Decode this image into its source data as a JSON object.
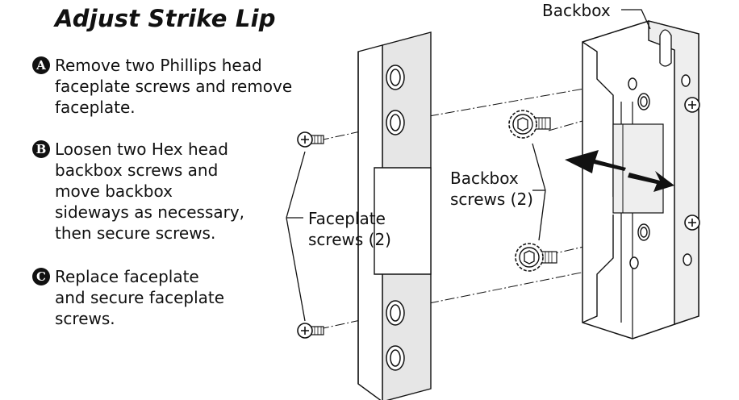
{
  "title": "Adjust Strike Lip",
  "steps": [
    {
      "badge": "A",
      "lines": [
        "Remove two Phillips head",
        "faceplate screws and remove",
        "faceplate."
      ]
    },
    {
      "badge": "B",
      "lines": [
        "Loosen two Hex head",
        "backbox screws and",
        "move backbox",
        "sideways as necessary,",
        "then secure screws."
      ]
    },
    {
      "badge": "C",
      "lines": [
        "Replace faceplate",
        "and secure faceplate",
        "screws."
      ]
    }
  ],
  "callouts": {
    "backbox": "Backbox",
    "backbox_screws": [
      "Backbox",
      "screws (2)"
    ],
    "faceplate_screws": [
      "Faceplate",
      "screws (2)"
    ]
  },
  "icons": [
    "phillips-screw-icon",
    "hex-screw-icon",
    "left-arrow-icon",
    "right-arrow-icon"
  ]
}
